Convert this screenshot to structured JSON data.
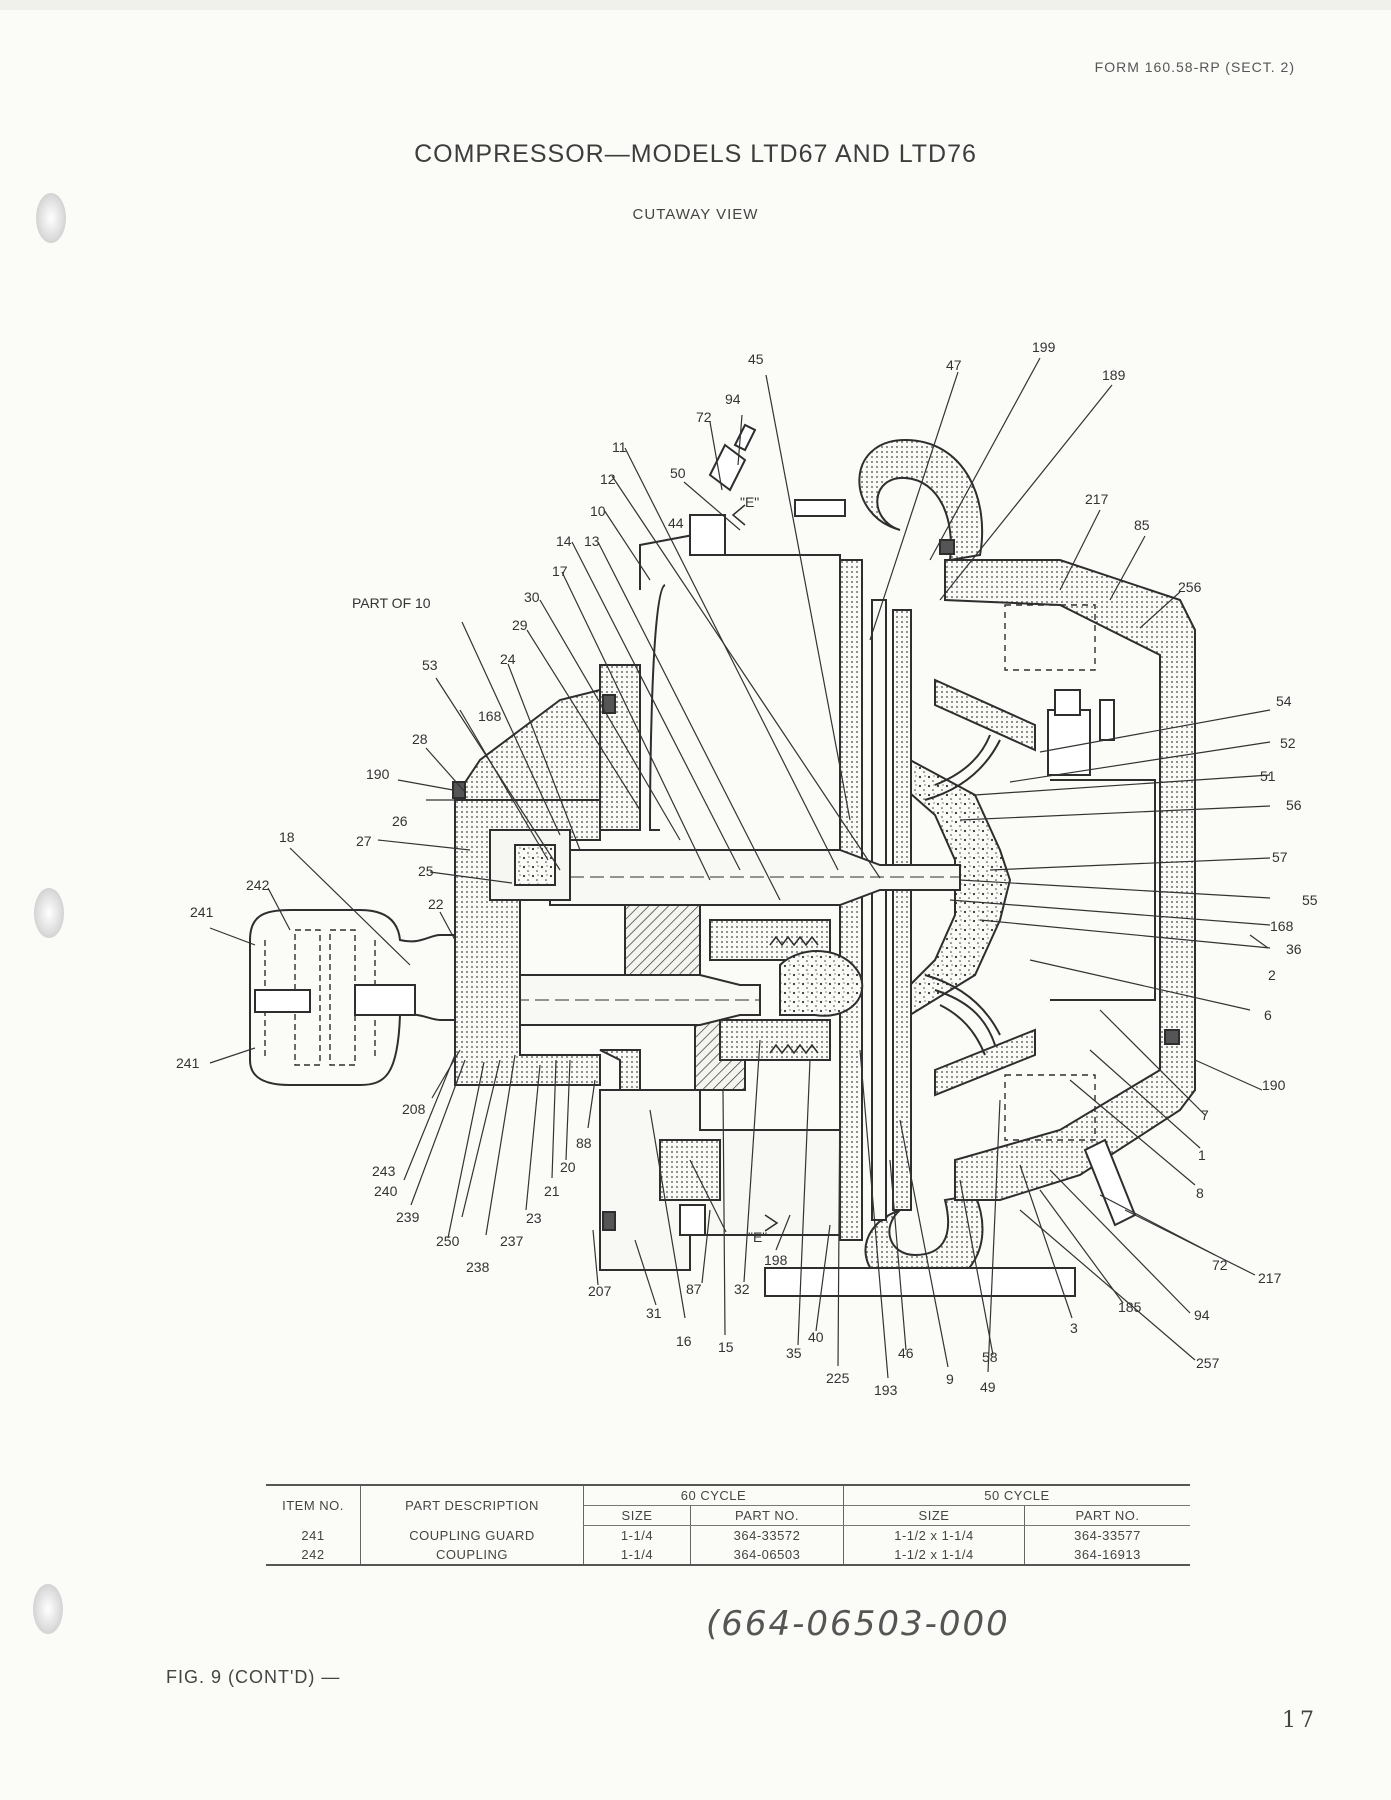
{
  "header": {
    "form_ref": "FORM 160.58-RP (SECT. 2)",
    "title": "COMPRESSOR—MODELS LTD67 AND LTD76",
    "subtitle": "CUTAWAY VIEW"
  },
  "diagram": {
    "part_of_label": "PART OF 10",
    "view_marker": "\"E\"",
    "callouts": {
      "c199": "199",
      "c189": "189",
      "c47": "47",
      "c45": "45",
      "c94": "94",
      "c72": "72",
      "c11": "11",
      "c12": "12",
      "c50": "50",
      "c10": "10",
      "c44": "44",
      "c14": "14",
      "c13": "13",
      "c17": "17",
      "c30": "30",
      "c29": "29",
      "c24": "24",
      "c53": "53",
      "c168": "168",
      "c28": "28",
      "c190": "190",
      "c26": "26",
      "c27": "27",
      "c18": "18",
      "c25": "25",
      "c242": "242",
      "c22": "22",
      "c241": "241",
      "c217": "217",
      "c85": "85",
      "c256": "256",
      "c54": "54",
      "c52": "52",
      "c51": "51",
      "c56": "56",
      "c57": "57",
      "c55": "55",
      "c36": "36",
      "c2": "2",
      "c6": "6",
      "c7": "7",
      "c1": "1",
      "c8": "8",
      "c208": "208",
      "c243": "243",
      "c240": "240",
      "c239": "239",
      "c250": "250",
      "c237": "237",
      "c238": "238",
      "c23": "23",
      "c21": "21",
      "c20": "20",
      "c88": "88",
      "c207": "207",
      "c31": "31",
      "c87": "87",
      "c16": "16",
      "c15": "15",
      "c32": "32",
      "c198": "198",
      "c35": "35",
      "c40": "40",
      "c225": "225",
      "c193": "193",
      "c46": "46",
      "c9": "9",
      "c49": "49",
      "c58": "58",
      "c3": "3",
      "c185": "185",
      "c257": "257"
    }
  },
  "parts_table": {
    "headers": {
      "item_no": "ITEM NO.",
      "part_description": "PART DESCRIPTION",
      "cycle_60": "60 CYCLE",
      "cycle_50": "50 CYCLE",
      "size": "SIZE",
      "part_no": "PART NO."
    },
    "rows": [
      {
        "item": "241",
        "description": "COUPLING GUARD",
        "size_60": "1-1/4",
        "part_60": "364-33572",
        "size_50": "1-1/2 x 1-1/4",
        "part_50": "364-33577"
      },
      {
        "item": "242",
        "description": "COUPLING",
        "size_60": "1-1/4",
        "part_60": "364-06503",
        "size_50": "1-1/2 x 1-1/4",
        "part_50": "364-16913"
      }
    ]
  },
  "handwritten_note": "(664-06503-000",
  "footer": {
    "figure_label": "FIG. 9 (CONT'D) —",
    "page_number": "17"
  }
}
